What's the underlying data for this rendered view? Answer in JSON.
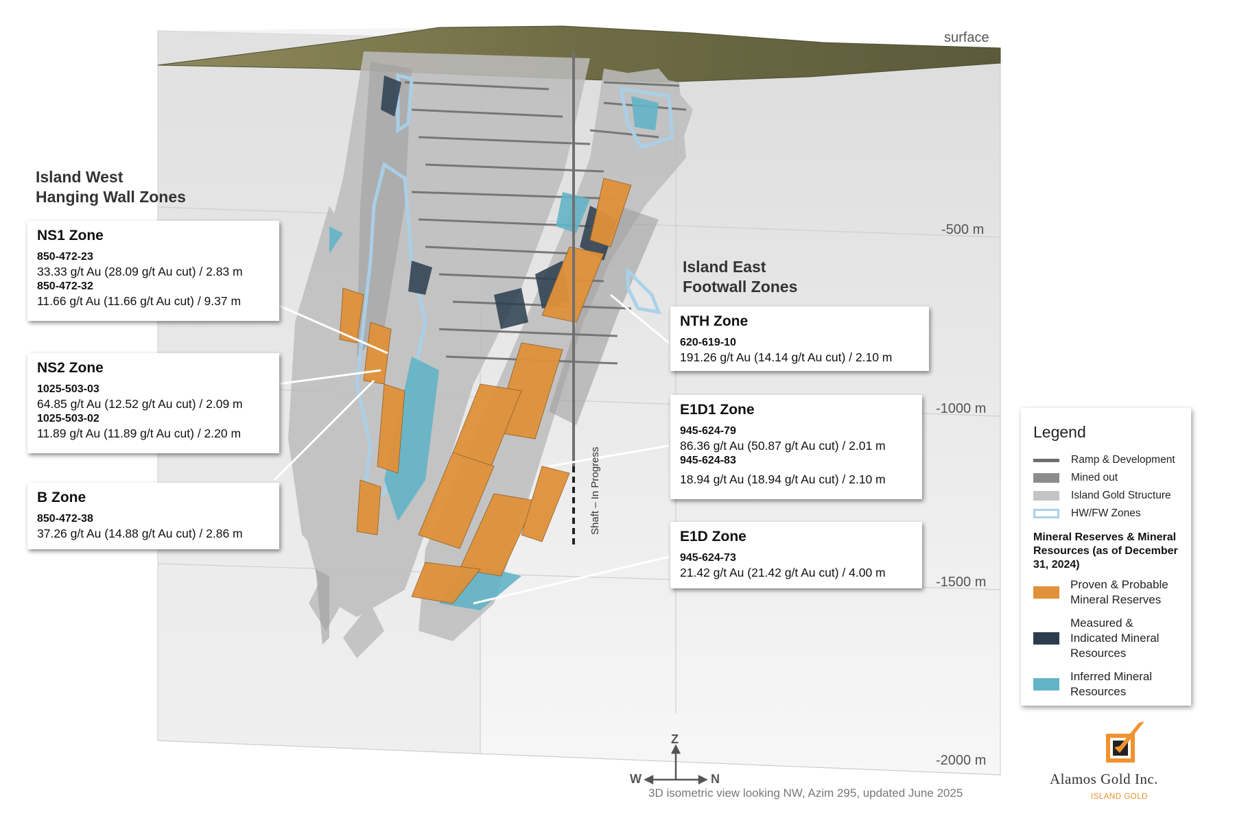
{
  "scene": {
    "surface_label": "surface",
    "depths": [
      "-500 m",
      "-1000 m",
      "-1500 m",
      "-2000 m"
    ],
    "shaft_label": "Shaft – In Progress",
    "axis": {
      "z": "Z",
      "w": "W",
      "n": "N"
    }
  },
  "sections": {
    "west_line1": "Island West",
    "west_line2": "Hanging Wall Zones",
    "east_line1": "Island East",
    "east_line2": "Footwall Zones"
  },
  "callouts": {
    "ns1": {
      "zone": "NS1 Zone",
      "hole1": "850-472-23",
      "grade1": "33.33 g/t Au (28.09 g/t Au cut) / 2.83 m",
      "hole2": "850-472-32",
      "grade2": "11.66 g/t Au (11.66 g/t Au cut) / 9.37 m"
    },
    "ns2": {
      "zone": "NS2 Zone",
      "hole1": "1025-503-03",
      "grade1": "64.85 g/t Au (12.52 g/t Au cut) / 2.09 m",
      "hole2": "1025-503-02",
      "grade2": "11.89 g/t Au (11.89 g/t Au cut) / 2.20 m"
    },
    "b": {
      "zone": "B Zone",
      "hole1": "850-472-38",
      "grade1": "37.26 g/t Au (14.88 g/t Au cut) / 2.86 m"
    },
    "nth": {
      "zone": "NTH Zone",
      "hole1": "620-619-10",
      "grade1": "191.26 g/t Au (14.14 g/t Au cut) / 2.10 m"
    },
    "e1d1": {
      "zone": "E1D1 Zone",
      "hole1": "945-624-79",
      "grade1": "86.36 g/t Au (50.87 g/t Au cut) / 2.01 m",
      "hole2": "945-624-83",
      "grade2": "18.94 g/t Au (18.94 g/t Au cut) / 2.10 m"
    },
    "e1d": {
      "zone": "E1D Zone",
      "hole1": "945-624-73",
      "grade1": "21.42 g/t Au (21.42 g/t Au cut) / 4.00 m"
    }
  },
  "legend": {
    "title": "Legend",
    "items": [
      {
        "label": "Ramp & Development",
        "color": "#6e6e6e"
      },
      {
        "label": "Mined out",
        "color": "#8c8c8c"
      },
      {
        "label": "Island Gold Structure",
        "color": "#c4c4c4"
      },
      {
        "label": "HW/FW Zones",
        "color": "#a9d0ea"
      }
    ],
    "resources_heading": "Mineral Reserves & Mineral Resources (as of December 31, 2024)",
    "resource_items": [
      {
        "label": "Proven & Probable Mineral Reserves",
        "color": "#e0913a"
      },
      {
        "label": "Measured & Indicated Mineral Resources",
        "color": "#2b3d4d"
      },
      {
        "label": "Inferred Mineral Resources",
        "color": "#63b4c6"
      }
    ]
  },
  "footer": "3D isometric view looking NW, Azim 295, updated June 2025",
  "logo": {
    "company": "Alamos Gold Inc.",
    "subtitle": "ISLAND GOLD",
    "colors": {
      "orange": "#f0922f",
      "dark": "#222222"
    }
  }
}
